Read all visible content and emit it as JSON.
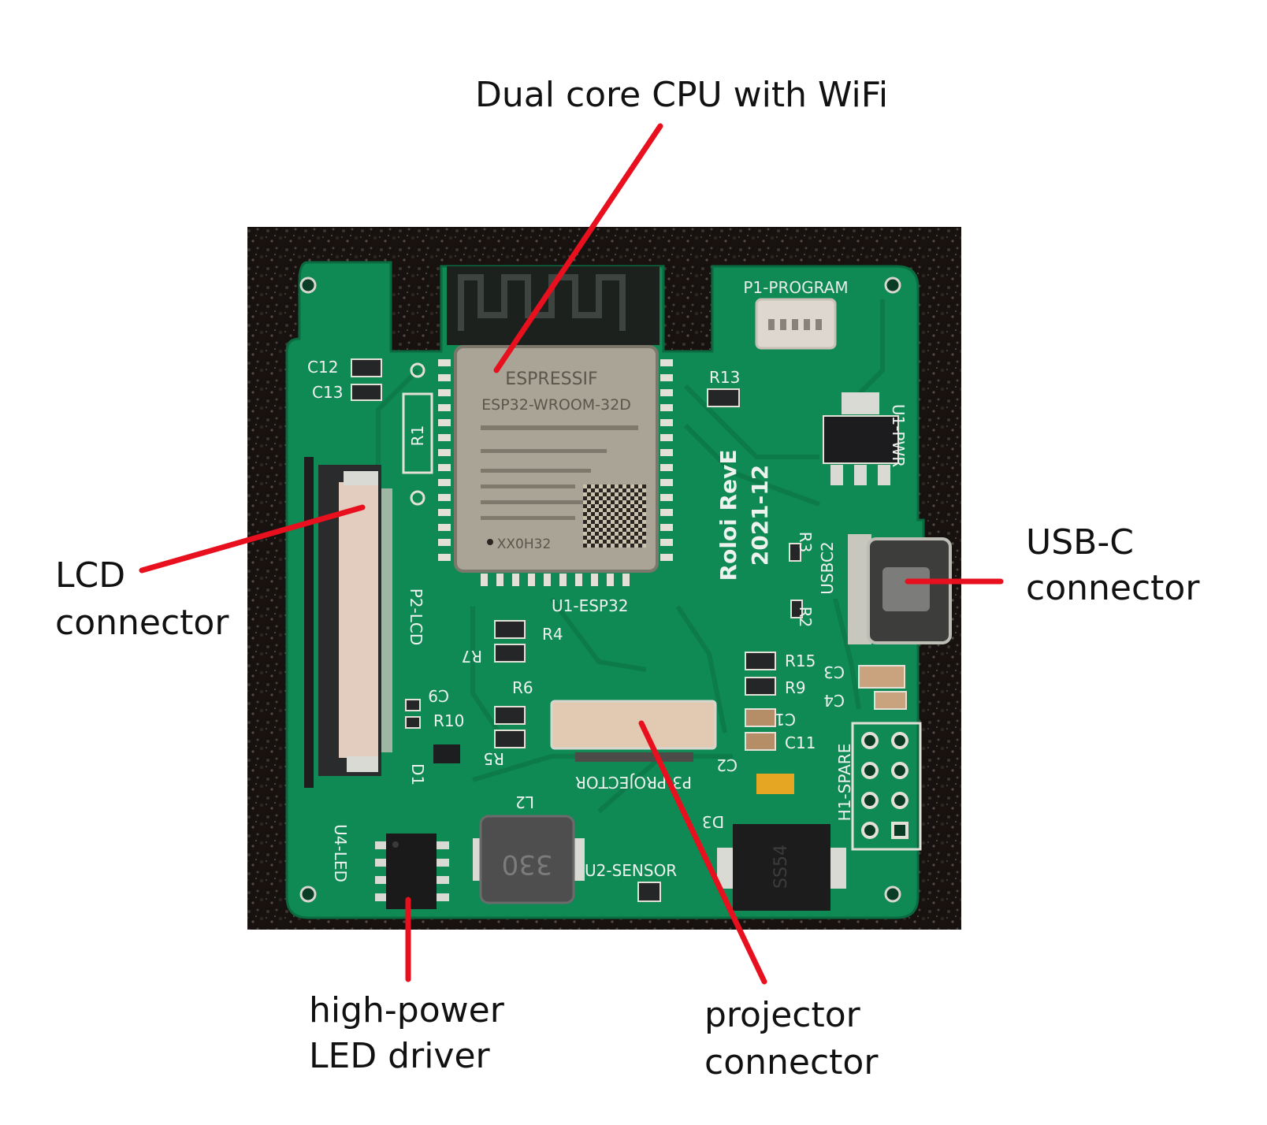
{
  "annotations": {
    "cpu": "Dual core CPU with WiFi",
    "lcd_line1": "LCD",
    "lcd_line2": "connector",
    "usbc_line1": "USB-C",
    "usbc_line2": "connector",
    "led_line1": "high-power",
    "led_line2": "LED driver",
    "proj_line1": "projector",
    "proj_line2": "connector"
  },
  "board": {
    "module_brand": "ESPRESSIF",
    "module_model": "ESP32-WROOM-32D",
    "module_code": "XX0H32",
    "silk_program": "P1-PROGRAM",
    "silk_esp": "U1-ESP32",
    "silk_lcd": "P2-LCD",
    "silk_pwr": "U1-PWR",
    "silk_usbc": "USBC2",
    "silk_projector": "P3-PROJECTOR",
    "silk_sensor": "U2-SENSOR",
    "silk_led": "U4-LED",
    "silk_spare": "H1-SPARE",
    "silk_title": "Roloi RevE",
    "silk_date": "2021-12",
    "inductor_mark": "330",
    "inductor_ref": "L2",
    "diode_ref": "D3",
    "diode_mark": "SS54",
    "refs": {
      "C12": "C12",
      "C13": "C13",
      "R1": "R1",
      "R13": "R13",
      "R3": "R3",
      "R2": "R2",
      "R4": "R4",
      "R7": "R7",
      "R6": "R6",
      "R5": "R5",
      "C9": "C9",
      "R10": "R10",
      "D1": "D1",
      "R15": "R15",
      "R9": "R9",
      "C1": "C1",
      "C11": "C11",
      "C3": "C3",
      "C4": "C4",
      "C2": "C2"
    }
  },
  "colors": {
    "annotation_line": "#e8101e",
    "pcb": "#0f8a54",
    "background_photo": "#17120f"
  }
}
